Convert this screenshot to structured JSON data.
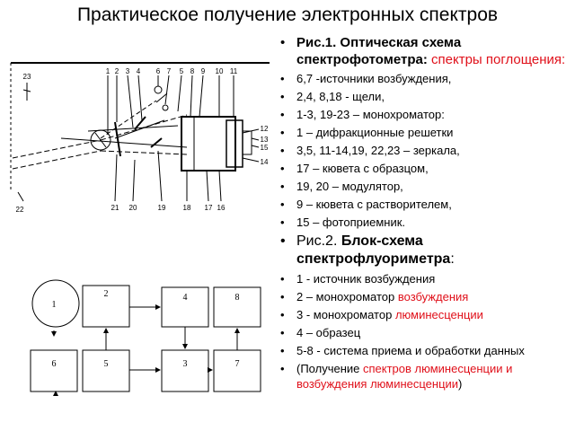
{
  "title": "Практическое получение электронных спектров",
  "fig1": {
    "caption_bold": "Рис.1. Оптическая схема спектрофотометра:",
    "caption_red": " спектры поглощения:",
    "labels_top": [
      "1",
      "2",
      "3",
      "4",
      "6",
      "7",
      "5",
      "8",
      "9",
      "10",
      "11"
    ],
    "labels_bottom": [
      "21",
      "20",
      "19",
      "18",
      "17",
      "16"
    ],
    "labels_right": [
      "12",
      "13",
      "15",
      "14"
    ],
    "label_23": "23",
    "label_22": "22"
  },
  "legend1": [
    "6,7 -источники возбуждения,",
    "2,4, 8,18 - щели,",
    "1-3, 19-23 – монохроматор:",
    "1 – дифракционные решетки",
    "3,5, 11-14,19, 22,23 – зеркала,",
    "17 – кювета с образцом,",
    "19, 20 – модулятор,",
    "9 – кювета с растворителем,",
    "15 – фотоприемник."
  ],
  "fig2": {
    "caption_a": "Рис.2.",
    "caption_b": " Блок-схема спектрофлуориметра",
    "caption_c": ":",
    "blocks": [
      "1",
      "2",
      "4",
      "8",
      "6",
      "5",
      "3",
      "7"
    ]
  },
  "legend2": [
    {
      "a": "1 - источник возбуждения",
      "r": "",
      "c": ""
    },
    {
      "a": "2 – монохроматор ",
      "r": "возбуждения",
      "c": ""
    },
    {
      "a": "3 -  монохроматор ",
      "r": "люминесценции",
      "c": ""
    },
    {
      "a": "4 – образец",
      "r": "",
      "c": ""
    },
    {
      "a": "5-8  - система приема и обработки данных",
      "r": "",
      "c": ""
    },
    {
      "a": "(Получение ",
      "r": "спектров люминесценции и возбуждения люминесценции",
      "c": ")"
    }
  ]
}
